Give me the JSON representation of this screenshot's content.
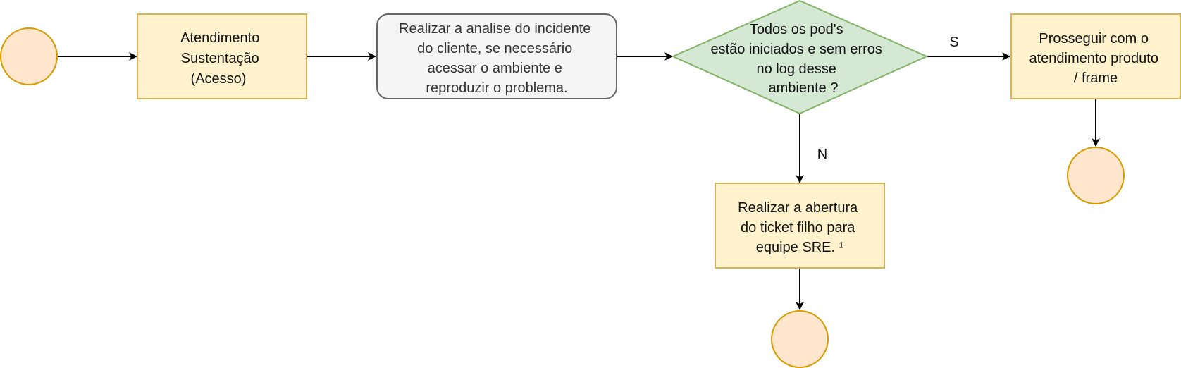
{
  "diagram": {
    "colors": {
      "event_fill": "#ffe6cc",
      "event_stroke": "#d79b00",
      "task_fill": "#fff2cc",
      "task_stroke": "#d6b656",
      "note_fill": "#f5f5f5",
      "note_stroke": "#666666",
      "decision_fill": "#d5e8d4",
      "decision_stroke": "#82b366",
      "edge": "#000000"
    },
    "nodes": {
      "atendimento": {
        "lines": [
          "Atendimento",
          "Sustentação",
          "(Acesso)"
        ]
      },
      "analise": {
        "lines": [
          "Realizar a analise do incidente",
          "do cliente, se necessário",
          "acessar o ambiente e",
          "reproduzir o problema."
        ]
      },
      "decisao": {
        "lines": [
          "Todos os pod's",
          "estão iniciados e sem erros",
          "no log desse",
          "ambiente ?"
        ]
      },
      "prosseguir": {
        "lines": [
          "Prosseguir com o",
          "atendimento produto",
          "/ frame"
        ]
      },
      "ticket": {
        "lines": [
          "Realizar a abertura",
          "do ticket filho para",
          "equipe SRE. ¹"
        ]
      }
    },
    "edges": {
      "sim": "S",
      "nao": "N"
    }
  }
}
